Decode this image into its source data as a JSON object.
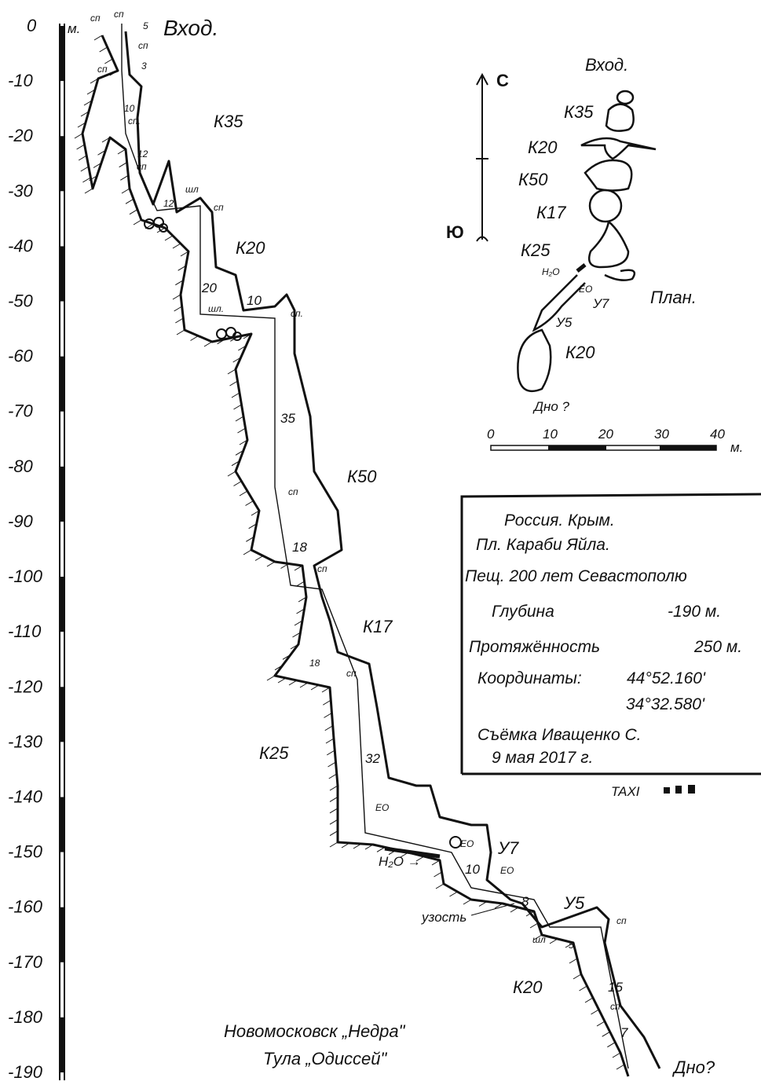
{
  "depth_scale": {
    "unit_label": "м.",
    "labels": [
      "0",
      "-10",
      "-20",
      "-30",
      "-40",
      "-50",
      "-60",
      "-70",
      "-80",
      "-90",
      "-100",
      "-110",
      "-120",
      "-130",
      "-140",
      "-150",
      "-160",
      "-170",
      "-180",
      "-190"
    ]
  },
  "profile": {
    "entrance": "Вход.",
    "bottom": "Дно?",
    "chambers": {
      "k35": "К35",
      "k20a": "К20",
      "k50": "К50",
      "k17": "К17",
      "k25": "К25",
      "u7": "У7",
      "u5": "У5",
      "k20b": "К20"
    },
    "pitch_lengths": [
      "5",
      "3",
      "10",
      "12",
      "12",
      "20",
      "10",
      "35",
      "18",
      "18",
      "32",
      "10",
      "8",
      "5",
      "15",
      "7"
    ],
    "marks": {
      "sp": "сп",
      "sp_dot": "сп.",
      "shl": "шл",
      "shl_dot": "шл.",
      "eo": "ЕО",
      "water": "H₂O →",
      "narrow": "узость"
    }
  },
  "clubs": {
    "line1": "Новомосковск  „Недра\"",
    "line2": "Тула   „Одиссей\""
  },
  "plan": {
    "title": "План.",
    "north": "С",
    "south": "Ю",
    "entrance": "Вход.",
    "labels": {
      "k35": "К35",
      "k20a": "К20",
      "k50": "К50",
      "k17": "К17",
      "k25": "К25",
      "water": "H₂O",
      "eo": "ЕО",
      "u7": "У7",
      "u5": "У5",
      "k20b": "К20",
      "bottom": "Дно ?"
    },
    "scale": {
      "ticks": [
        "0",
        "10",
        "20",
        "30",
        "40"
      ],
      "unit": "м."
    }
  },
  "info": {
    "country": "Россия. Крым.",
    "plateau": "Пл. Караби Яйла.",
    "cave": "Пещ. 200 лет Севастополю",
    "depth_label": "Глубина",
    "depth_value": "-190 м.",
    "length_label": "Протяжённость",
    "length_value": "250 м.",
    "coords_label": "Координаты:",
    "lat": "44°52.160'",
    "lon": "34°32.580'",
    "survey": "Съёмка  Иващенко С.",
    "date": "9 мая  2017 г."
  },
  "credit": {
    "taxi": "TAXI"
  }
}
